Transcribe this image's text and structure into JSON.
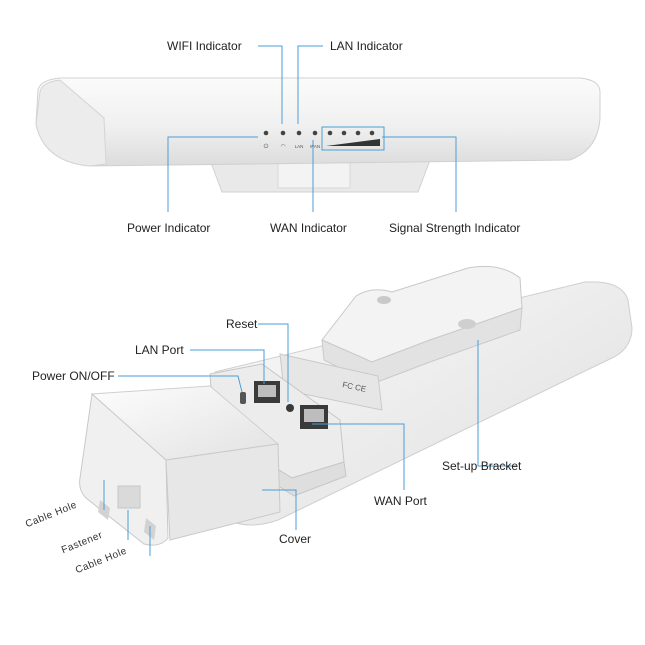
{
  "top_device": {
    "callouts": {
      "wifi": "WIFI Indicator",
      "lan": "LAN Indicator",
      "power": "Power Indicator",
      "wan": "WAN Indicator",
      "signal": "Signal Strength Indicator"
    },
    "panel_text": {
      "lan": "LAN",
      "wan": "WAN"
    }
  },
  "bottom_device": {
    "callouts": {
      "reset": "Reset",
      "lan_port": "LAN Port",
      "power_onoff": "Power ON/OFF",
      "setup_bracket": "Set-up Bracket",
      "wan_port": "WAN Port",
      "cover": "Cover",
      "cable_hole_1": "Cable Hole",
      "fastener": "Fastener",
      "cable_hole_2": "Cable Hole"
    },
    "label_text": {
      "fcc": "FC CE"
    }
  },
  "colors": {
    "leader_line": "#4a9fd4",
    "device_white": "#f2f2f2",
    "device_shadow": "#d8d8d8",
    "port_dark": "#3a3a3a",
    "label_bg": "#e8e8e8"
  }
}
